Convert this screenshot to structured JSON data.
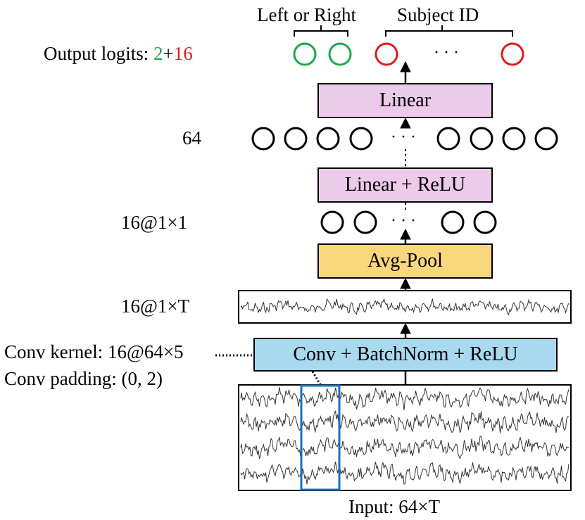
{
  "top": {
    "left_or_right": "Left or Right",
    "subject_id": "Subject ID"
  },
  "output": {
    "prefix": "Output logits: ",
    "n_lr": "2",
    "plus": "+",
    "n_subj": "16",
    "color_lr": "#1aaa4a",
    "color_subj": "#e3191b"
  },
  "layers": {
    "linear": "Linear",
    "hidden_size": "64",
    "linear_relu": "Linear + ReLU",
    "pool_shape": "16@1×1",
    "avg_pool": "Avg-Pool",
    "conv_out_shape": "16@1×T",
    "conv_block": "Conv + BatchNorm + ReLU",
    "conv_kernel": "Conv kernel: 16@64×5",
    "conv_padding": "Conv padding: (0, 2)",
    "input": "Input: 64×T"
  },
  "dots": "· · ·",
  "colors": {
    "linear_fill": "#eccaea",
    "pool_fill": "#fad77e",
    "conv_fill": "#a9d9ef",
    "kernel_window": "#1f6fb5"
  }
}
